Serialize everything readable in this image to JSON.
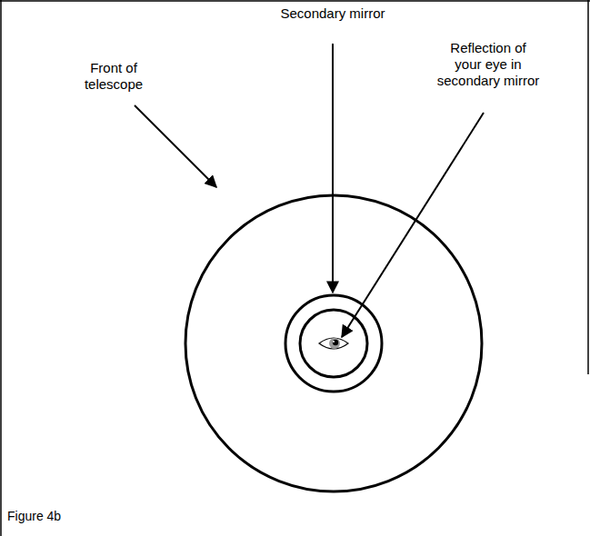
{
  "diagram": {
    "caption": "Figure 4b",
    "labels": [
      "Front of telescope",
      "Secondary mirror",
      "Reflection of your eye in secondary mirror"
    ]
  }
}
